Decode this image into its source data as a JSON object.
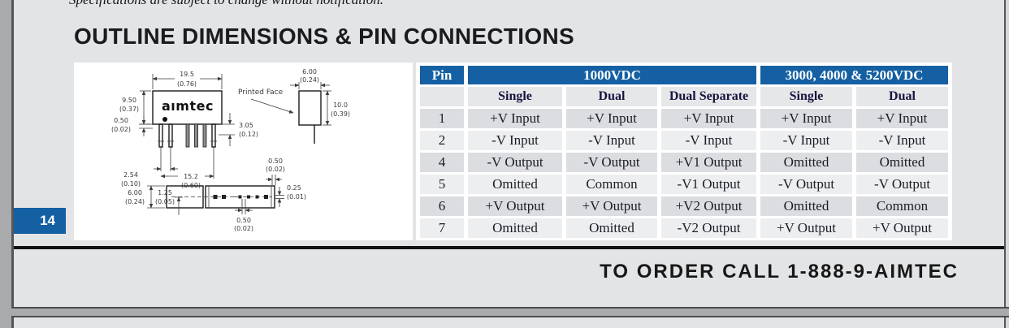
{
  "page": {
    "top_note": "Specifications are subject to change without notification.",
    "heading": "OUTLINE DIMENSIONS & PIN CONNECTIONS",
    "page_number": "14",
    "order_call": "TO ORDER CALL 1-888-9-AIMTEC"
  },
  "drawing": {
    "logo": "aımtec",
    "printed_face": "Printed Face",
    "labels": {
      "fw_mm": "19.5",
      "fw_in": "(0.76)",
      "fh_mm": "9.50",
      "fh_in": "(0.37)",
      "so_mm": "0.50",
      "so_in": "(0.02)",
      "pp_mm": "2.54",
      "pp_in": "(0.10)",
      "ps_mm": "15.2",
      "ps_in": "(0.60)",
      "pl_mm": "3.05",
      "pl_in": "(0.12)",
      "sw_mm": "6.00",
      "sw_in": "(0.24)",
      "sh_mm": "10.0",
      "sh_in": "(0.39)",
      "bt_mm": "0.50",
      "bt_in": "(0.02)",
      "bh_mm": "6.00",
      "bh_in": "(0.24)",
      "bo_mm": "1.25",
      "bo_in": "(0.05)",
      "bp_mm": "0.25",
      "bp_in": "(0.01)",
      "bb_mm": "0.50",
      "bb_in": "(0.02)"
    }
  },
  "pin_table": {
    "col_pin": "Pin",
    "group1": "1000VDC",
    "group2": "3000, 4000 & 5200VDC",
    "subheaders": [
      "Single",
      "Dual",
      "Dual Separate",
      "Single",
      "Dual"
    ],
    "rows": [
      {
        "pin": "1",
        "cells": [
          "+V Input",
          "+V Input",
          "+V Input",
          "+V Input",
          "+V Input"
        ]
      },
      {
        "pin": "2",
        "cells": [
          "-V Input",
          "-V Input",
          "-V Input",
          "-V Input",
          "-V Input"
        ]
      },
      {
        "pin": "4",
        "cells": [
          "-V Output",
          "-V Output",
          "+V1 Output",
          "Omitted",
          "Omitted"
        ]
      },
      {
        "pin": "5",
        "cells": [
          "Omitted",
          "Common",
          "-V1 Output",
          "-V Output",
          "-V Output"
        ]
      },
      {
        "pin": "6",
        "cells": [
          "+V Output",
          "+V Output",
          "+V2 Output",
          "Omitted",
          "Common"
        ]
      },
      {
        "pin": "7",
        "cells": [
          "Omitted",
          "Omitted",
          "-V2 Output",
          "+V Output",
          "+V Output"
        ]
      }
    ]
  },
  "colors": {
    "accent_blue": "#1460a3",
    "page_bg": "#e3e4e6",
    "row_dark": "#dcdde0",
    "row_light": "#edeef0"
  }
}
